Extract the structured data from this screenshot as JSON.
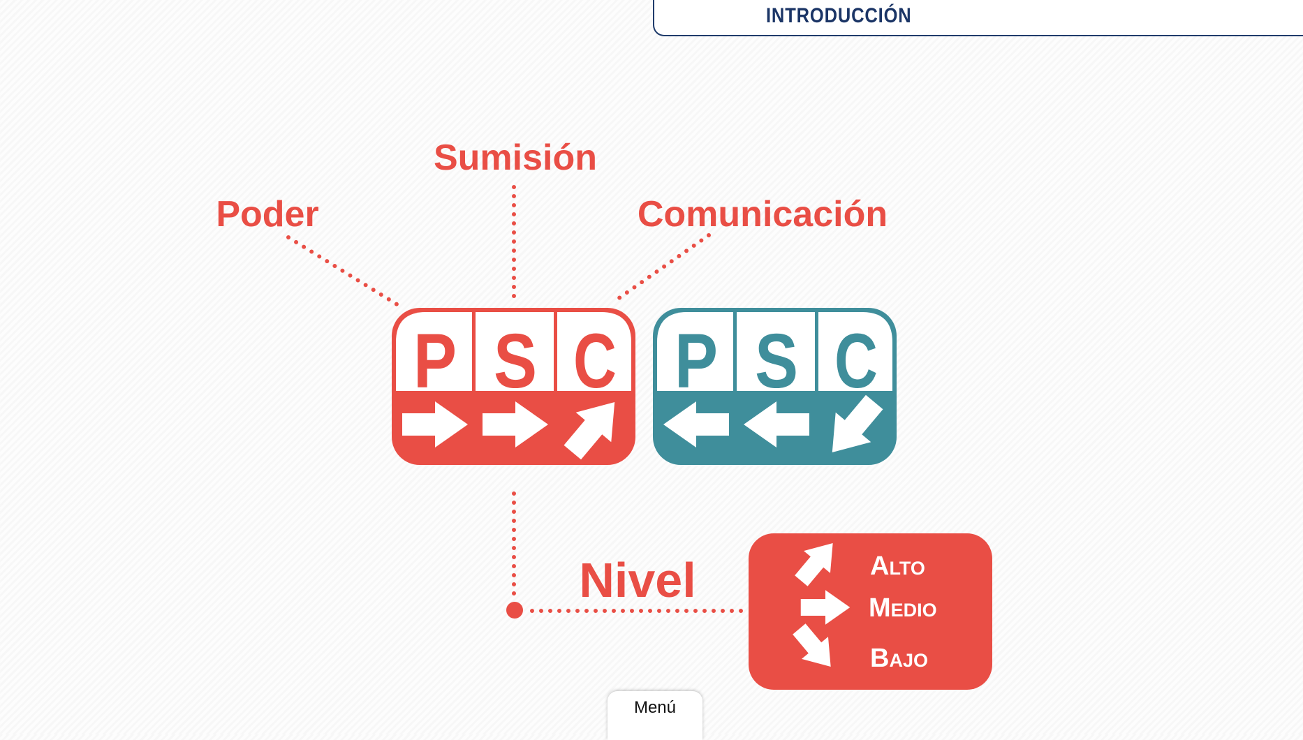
{
  "header": {
    "title": "INTRODUCCIÓN"
  },
  "labels": {
    "poder": "Poder",
    "sumision": "Sumisión",
    "comunicacion": "Comunicación",
    "nivel": "Nivel"
  },
  "psc_red": {
    "letters": [
      "P",
      "S",
      "C"
    ],
    "arrows": [
      "right-arrow-icon",
      "right-arrow-icon",
      "up-right-arrow-icon"
    ]
  },
  "psc_teal": {
    "letters": [
      "P",
      "S",
      "C"
    ],
    "arrows": [
      "left-arrow-icon",
      "left-arrow-icon",
      "down-left-arrow-icon"
    ]
  },
  "levels": {
    "alto": "Alto",
    "medio": "Medio",
    "bajo": "Bajo"
  },
  "menu": {
    "label": "Menú"
  },
  "colors": {
    "red": "#e94e45",
    "teal": "#3f8e9b",
    "navy": "#1b3566"
  }
}
